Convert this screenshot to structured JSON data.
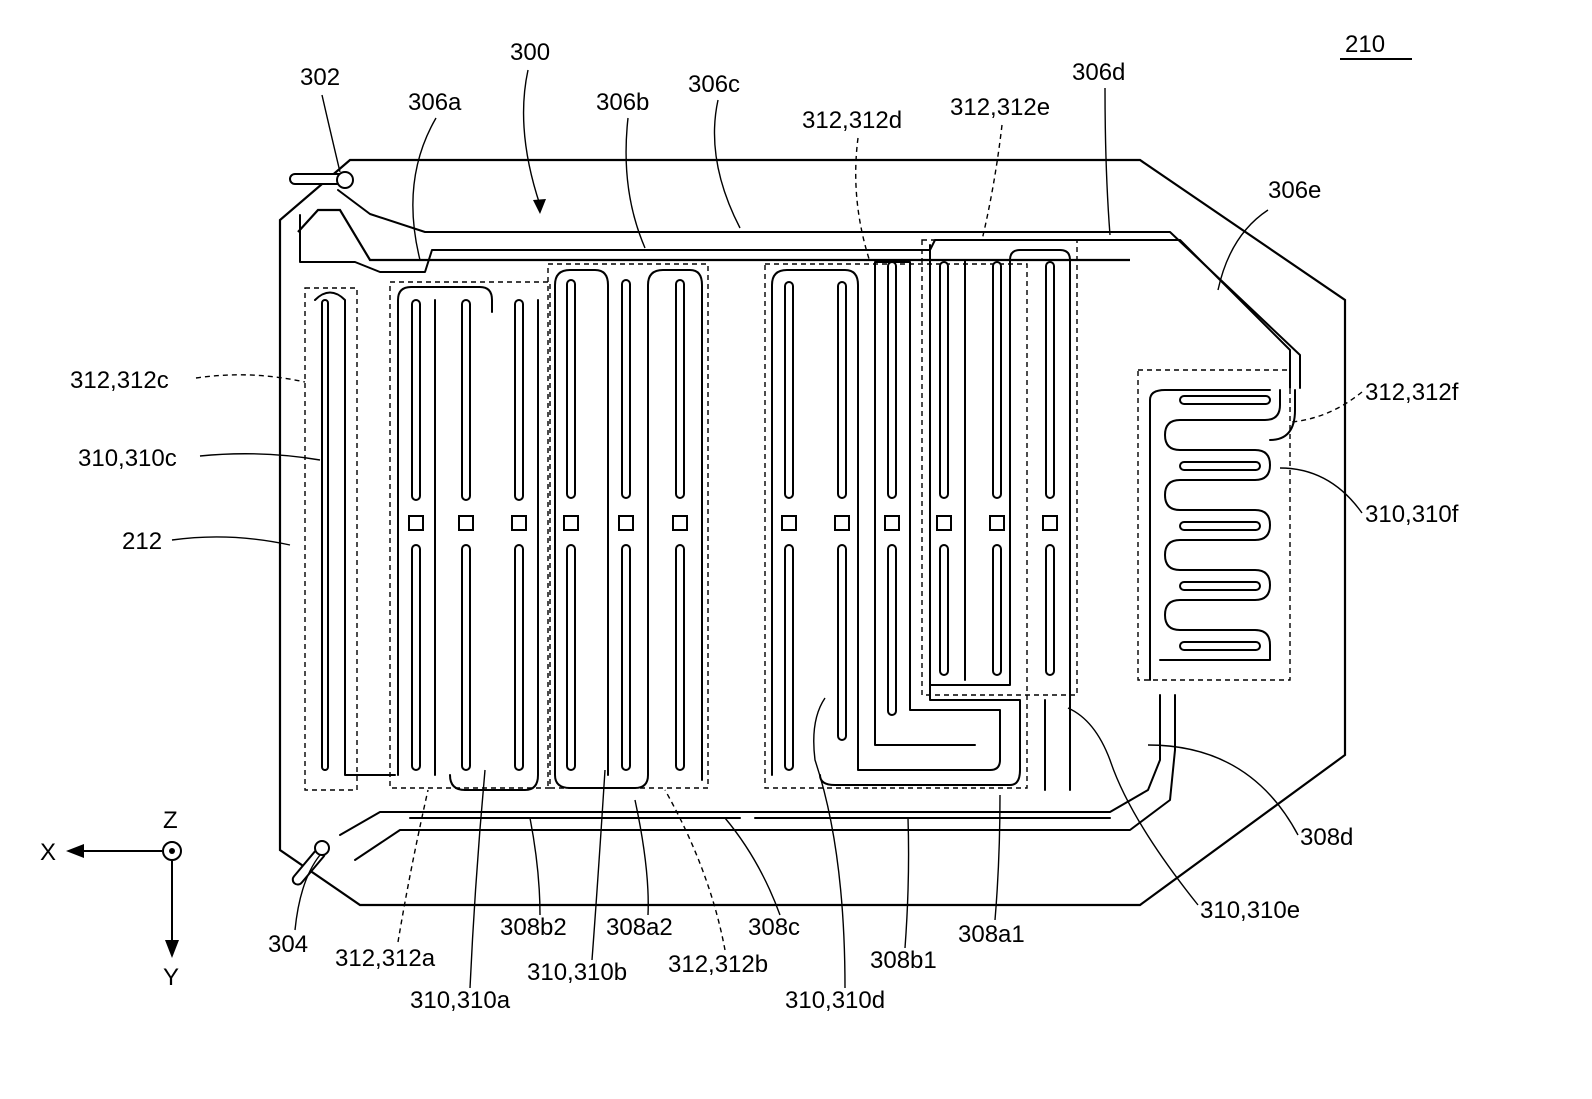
{
  "figure_number": "210",
  "labels": {
    "l300": "300",
    "l302": "302",
    "l304": "304",
    "l306a": "306a",
    "l306b": "306b",
    "l306c": "306c",
    "l306d": "306d",
    "l306e": "306e",
    "l312d": "312,312d",
    "l312e": "312,312e",
    "l312c": "312,312c",
    "l310c": "310,310c",
    "l212": "212",
    "l312f": "312,312f",
    "l310f": "310,310f",
    "l308d": "308d",
    "l310e": "310,310e",
    "l312a": "312,312a",
    "l310a": "310,310a",
    "l308b2": "308b2",
    "l308a2": "308a2",
    "l310b": "310,310b",
    "l312b": "312,312b",
    "l308c": "308c",
    "l310d": "310,310d",
    "l308b1": "308b1",
    "l308a1": "308a1"
  },
  "axes": {
    "x": "X",
    "y": "Y",
    "z": "Z"
  }
}
